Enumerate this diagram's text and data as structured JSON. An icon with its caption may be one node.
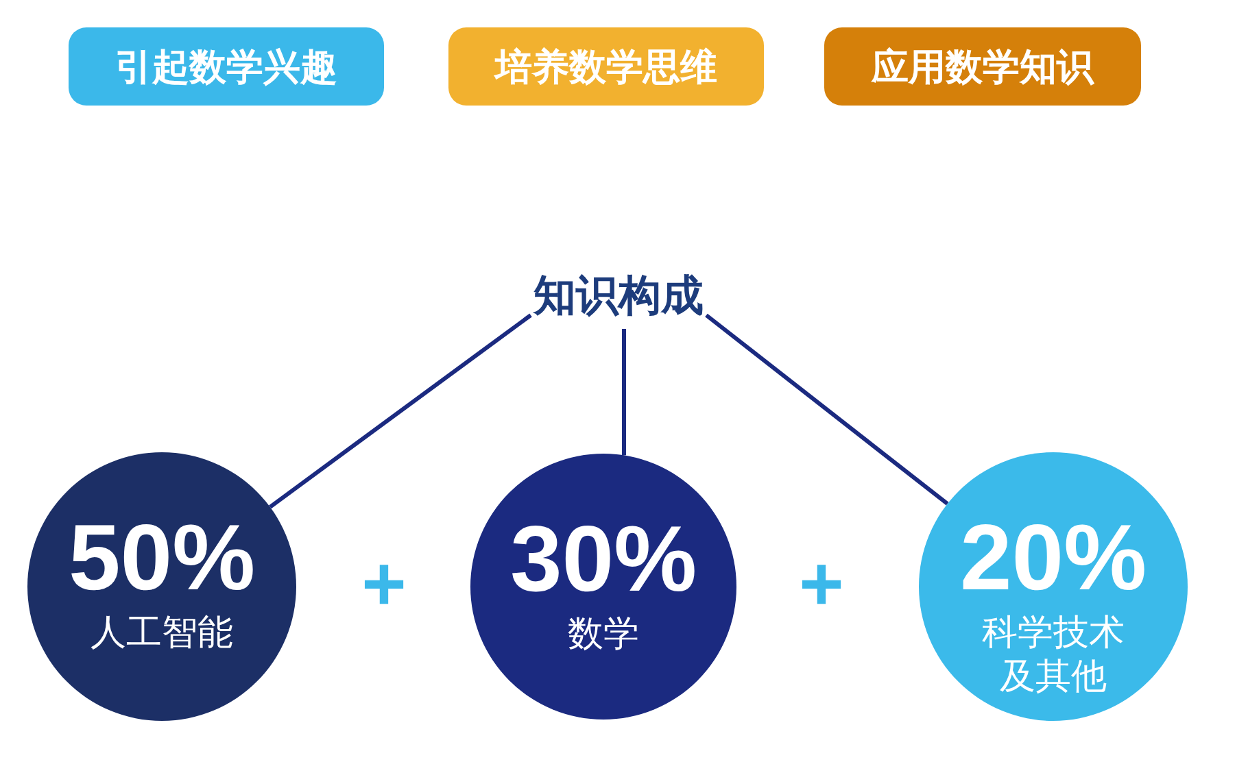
{
  "diagram": {
    "nodes": [
      {
        "text": [
          "引起数学兴趣"
        ]
      },
      {
        "text": [
          "培养数学思维"
        ]
      },
      {
        "text": [
          "应用数学知识"
        ]
      },
      {
        "text": [
          "知识构成"
        ]
      },
      {
        "text": [
          "50%",
          "人工智能"
        ]
      },
      {
        "text": [
          "30%",
          "数学"
        ]
      },
      {
        "text": [
          "20%",
          "科学技术及其他"
        ]
      }
    ],
    "edges": [
      {
        "from": 3,
        "to": 4,
        "arrow": "none"
      },
      {
        "from": 3,
        "to": 5,
        "arrow": "none"
      },
      {
        "from": 3,
        "to": 6,
        "arrow": "none"
      }
    ],
    "labels": [
      "+",
      "+"
    ]
  }
}
